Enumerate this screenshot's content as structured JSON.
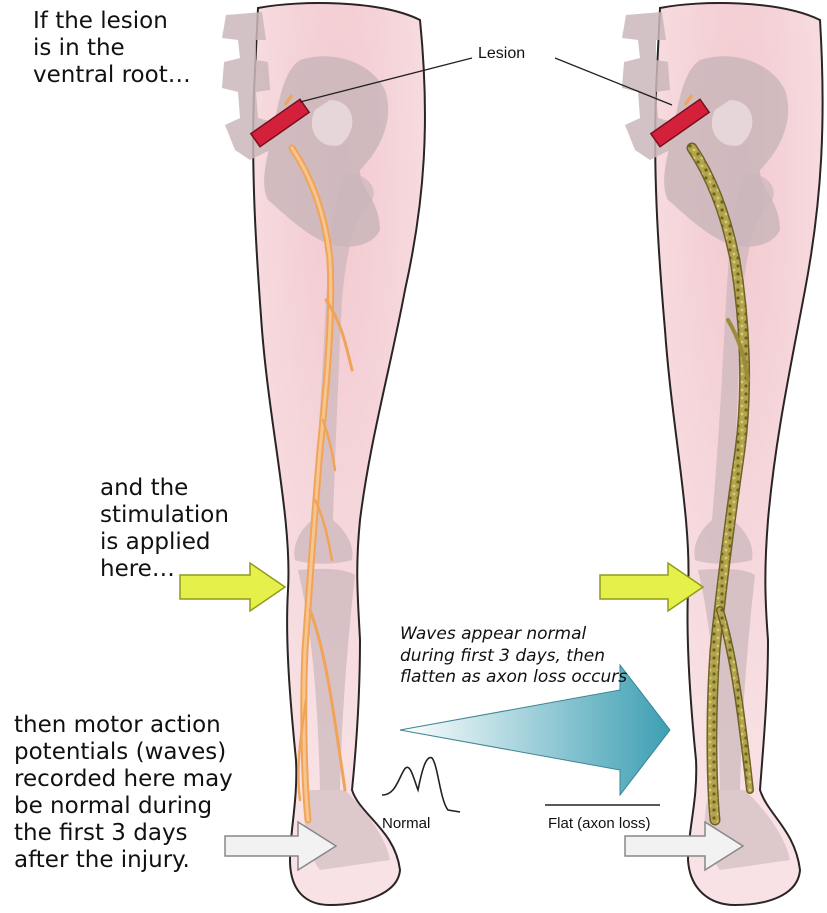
{
  "texts": {
    "lesion_text": "If the lesion\nis in the\nventral root…",
    "stim_text": "and the\nstimulation\nis applied\nhere…",
    "record_text": "then motor action\npotentials (waves)\nrecorded here may\nbe normal during\nthe first 3 days\nafter the injury.",
    "waves_text": "Waves appear normal\nduring first 3 days, then\nflatten as axon loss occurs",
    "lesion_label": "Lesion",
    "normal_label": "Normal",
    "flat_label": "Flat (axon loss)"
  },
  "colors": {
    "skin": "#f6d8dc",
    "skin_outline": "#2a2426",
    "bone": "#cbb7bb",
    "lesion": "#d4203a",
    "nerve_normal": "#f0a45a",
    "nerve_degenerating": "#9a8c3a",
    "stim_arrow": "#e6f04a",
    "record_arrow": "#e8e8e8",
    "trend_arrow": "#4aa3b4"
  },
  "icons": {
    "stimulation_arrow": "arrow-right-icon",
    "recording_arrow": "arrow-right-icon",
    "trend_arrow": "wide-arrow-right-icon"
  }
}
